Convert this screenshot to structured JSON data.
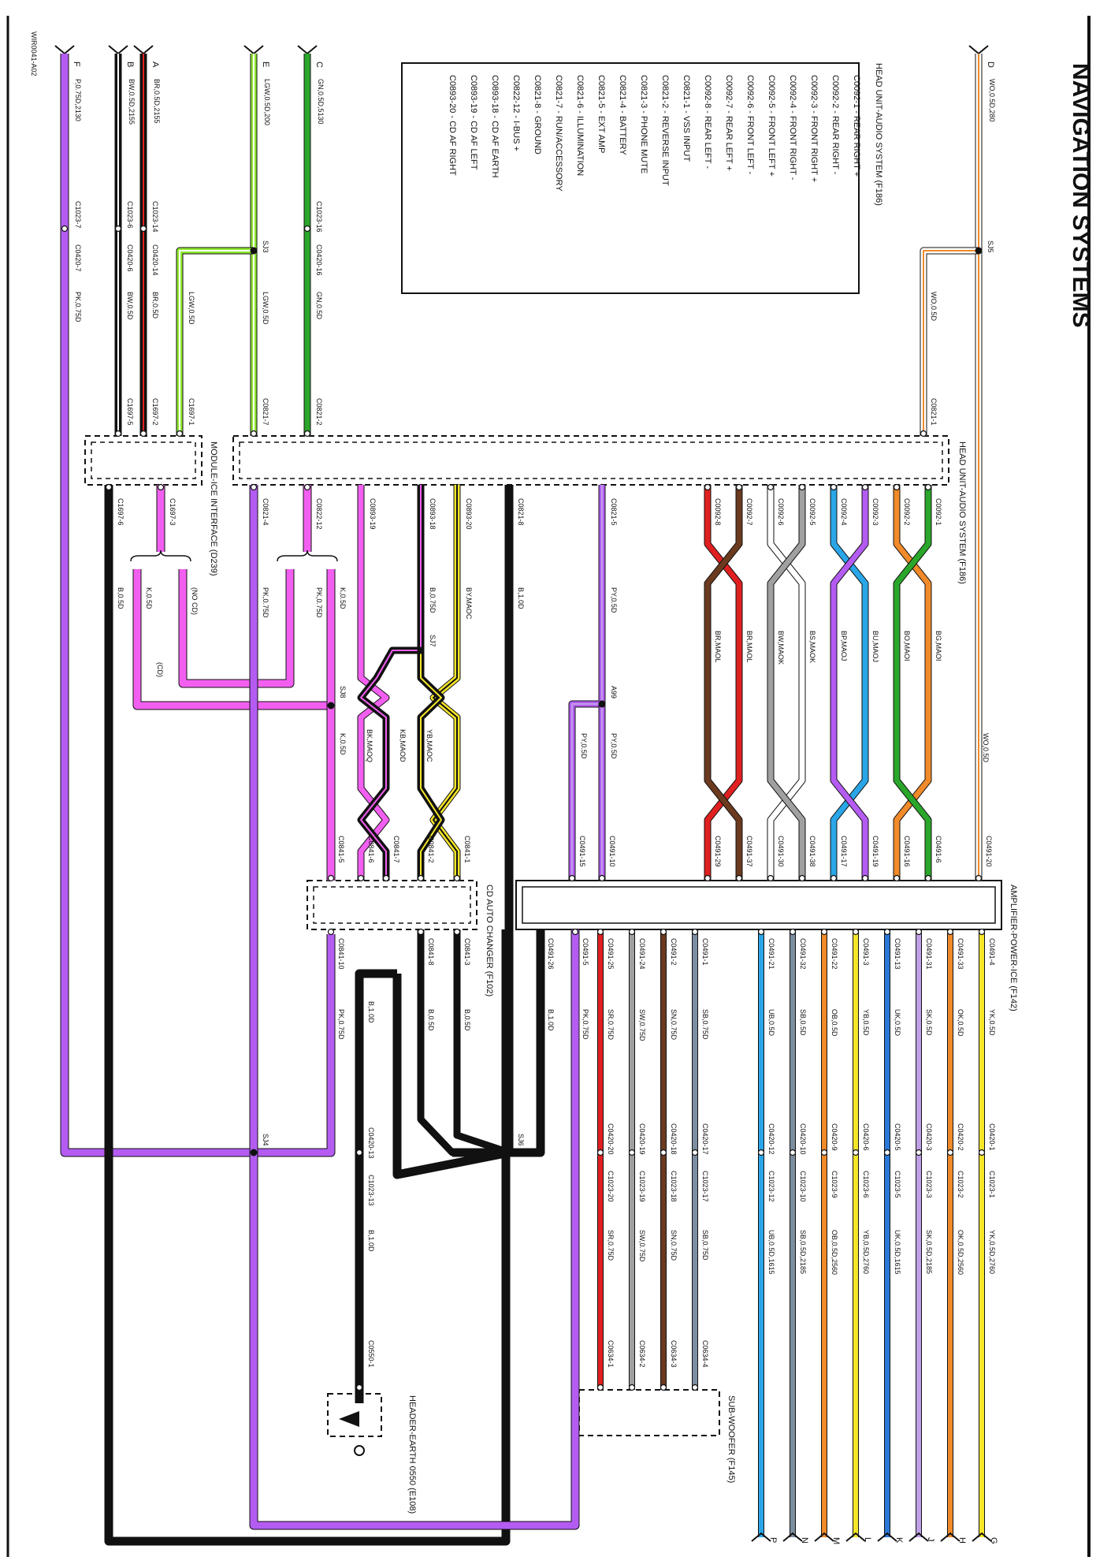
{
  "header": {
    "title": "NAVIGATION SYSTEMS",
    "doc_code": "WIR0041-A02"
  },
  "legend": {
    "title": "HEAD UNIT-AUDIO SYSTEM (F186)",
    "items": [
      "C0092-1 - REAR RIGHT +",
      "C0092-2 - REAR RIGHT -",
      "C0092-3 - FRONT RIGHT +",
      "C0092-4 - FRONT RIGHT -",
      "C0092-5 - FRONT LEFT +",
      "C0092-6 - FRONT LEFT -",
      "C0092-7 - REAR LEFT +",
      "C0092-8 - REAR LEFT -",
      "C0821-1 - VSS INPUT",
      "C0821-2 - REVERSE INPUT",
      "C0821-3 - PHONE MUTE",
      "C0821-4 - BATTERY",
      "C0821-5 - EXT AMP",
      "C0821-6 - ILLUMINATION",
      "C0821-7 - RUN/ACCESSORY",
      "C0821-8 - GROUND",
      "C0822-12 - I-BUS +",
      "C0893-18 - CD AF EARTH",
      "C0893-19 - CD AF LEFT",
      "C0893-20 - CD AF RIGHT"
    ]
  },
  "components": {
    "module_ice": "MODULE-ICE INTERFACE (D239)",
    "head_unit": "HEAD UNIT-AUDIO SYSTEM (F186)",
    "cd_changer": "CD AUTO CHANGER (F102)",
    "amplifier": "AMPLIFIER-POWER-ICE (F142)",
    "subwoofer": "SUB-WOOFER (F145)",
    "earth": "HEADER-EARTH 0550 (E108)"
  },
  "colors": {
    "black": "#111111",
    "brown": "#6b3a1f",
    "red": "#e02020",
    "white": "#ffffff",
    "pink": "#f25ff0",
    "purple": "#b45cf2",
    "lightgreen": "#8fe830",
    "green": "#2aa62a",
    "orange": "#f08a2a",
    "yellow": "#f5e62a",
    "blue": "#2aa6e8",
    "grey": "#a0a0a0",
    "slate": "#7d8ea0",
    "lilac": "#c0a0e6",
    "kblue": "#2a78d8"
  },
  "top_wires": [
    {
      "letter": "F",
      "spec": "P,0.75D,2130",
      "c1": "C1023-7",
      "c2": "C0420-7",
      "spec2": "PK,0.75D",
      "color": "purple",
      "stripe": "purple"
    },
    {
      "letter": "B",
      "spec": "BW,0.5D,2155",
      "c1": "C1023-6",
      "c2": "C0420-6",
      "spec2": "BW,0.5D",
      "c3": "C1697-5",
      "color": "black",
      "stripe": "white"
    },
    {
      "letter": "A",
      "spec": "BR,0.5D,2155",
      "c1": "C1023-14",
      "c2": "C0420-14",
      "spec2": "BR,0.5D",
      "c3": "C1697-2",
      "color": "black",
      "stripe": "red"
    },
    {
      "letter": "E",
      "spec": "LGW,0.5D,200",
      "splice": "SJ3",
      "spec2": "LGW,0.5D",
      "spec3": "LGW,0.5D",
      "c3": "C0821-7",
      "c4": "C1697-1",
      "color": "lightgreen",
      "stripe": "white"
    },
    {
      "letter": "C",
      "spec": "GN,0.5D,5130",
      "c1": "C1023-16",
      "c2": "C0420-16",
      "spec2": "GN,0.5D",
      "c3": "C0821-2",
      "color": "green",
      "stripe": "green"
    },
    {
      "letter": "D",
      "spec": "WO,0.5D,280",
      "splice": "SJ5",
      "spec2": "WO,0.5D",
      "spec3": "WO,0.5D",
      "c3": "C0821-1",
      "c4": "C0491-20",
      "color": "white",
      "stripe": "orange"
    }
  ],
  "mid_labels": {
    "mod": {
      "c1": "C1697-6",
      "c2": "C1697-3",
      "sp1": "B,0.5D",
      "sp2": "K,0.5D",
      "sp3": "K,0.5D",
      "nocd": "(NO CD)",
      "cd": "(CD)"
    },
    "hu_pins": [
      {
        "pin": "C0821-4",
        "spec": "PK,0.75D"
      },
      {
        "pin": "C0822-12",
        "spec": "PK,0.75D"
      },
      {
        "pin": "C0893-19",
        "spec": "K,0.5D"
      },
      {
        "pin": "C0893-18",
        "spec": "B,0.75D"
      },
      {
        "pin": "C0893-20",
        "spec": "BY,MAOC"
      },
      {
        "pin": "C0821-8",
        "spec": "B,1.0D"
      },
      {
        "pin": "C0821-5",
        "spec": "PY,0.5D"
      }
    ],
    "sj7": "SJ7",
    "sj8": "SJ8",
    "a99": "A99",
    "py1": "PY,0.5D",
    "py2": "PY,0.5D",
    "k05": "K,0.5D",
    "sj4": "SJ4",
    "sj6": "SJ6",
    "twist_specs": [
      "BK,MAOQ",
      "KB,MAOD",
      "YB,MAOC"
    ],
    "cd_pins": [
      "C0841-5",
      "C0841-6",
      "C0841-7",
      "C0841-2",
      "C0841-1"
    ],
    "cd_bottom": [
      {
        "pin": "C0841-10",
        "spec": "PK,0.75D"
      },
      {
        "pin": "C0841-8",
        "spec": "B,0.5D"
      },
      {
        "pin": "C0841-3",
        "spec": "B,0.5D"
      }
    ],
    "b10": "B,1.0D",
    "ec1": "C0420-13",
    "ec2": "C1023-13",
    "ec3": "B,1.0D",
    "ec4": "C0550-1"
  },
  "speaker_pairs": [
    {
      "a": "C0092-8",
      "b": "C0092-7",
      "spec_a": "BR,MAOL",
      "spec_b": "BR,MAOL",
      "a2": "C0491-29",
      "b2": "C0491-37",
      "ca": "red",
      "cb": "brown"
    },
    {
      "a": "C0092-6",
      "b": "C0092-5",
      "spec_a": "BW,MAOK",
      "spec_b": "BS,MAOK",
      "a2": "C0491-30",
      "b2": "C0491-38",
      "ca": "white",
      "cb": "grey"
    },
    {
      "a": "C0092-4",
      "b": "C0092-3",
      "spec_a": "BP,MAOJ",
      "spec_b": "BU,MAOJ",
      "a2": "C0491-17",
      "b2": "C0491-19",
      "ca": "blue",
      "cb": "purple"
    },
    {
      "a": "C0092-2",
      "b": "C0092-1",
      "spec_a": "BO,MAOI",
      "spec_b": "BG,MAOI",
      "a2": "C0491-16",
      "b2": "C0491-6",
      "ca": "orange",
      "cb": "green"
    }
  ],
  "amp_pins": [
    {
      "pin": "C0491-15",
      "color": "lilac"
    },
    {
      "pin": "C0491-10",
      "color": "purple"
    }
  ],
  "sub_wires": [
    {
      "amp": "C0491-25",
      "spec": "SR,0.75D",
      "c1": "C0420-20",
      "c2": "C1023-20",
      "spec2": "SR,0.75D",
      "sub": "C0634-1",
      "color": "red"
    },
    {
      "amp": "C0491-24",
      "spec": "SW,0.75D",
      "c1": "C0420-19",
      "c2": "C1023-19",
      "spec2": "SW,0.75D",
      "sub": "C0634-2",
      "color": "grey"
    },
    {
      "amp": "C0491-2",
      "spec": "SN,0.75D",
      "c1": "C0420-18",
      "c2": "C1023-18",
      "spec2": "SN,0.75D",
      "sub": "C0634-3",
      "color": "brown"
    },
    {
      "amp": "C0491-1",
      "spec": "SB,0.75D",
      "c1": "C0420-17",
      "c2": "C1023-17",
      "spec2": "SB,0.75D",
      "sub": "C0634-4",
      "color": "slate"
    }
  ],
  "amp_extra": [
    {
      "pin": "C0491-26",
      "spec": "B,1.0D"
    },
    {
      "pin": "C0491-5",
      "spec": "PK,0.75D"
    }
  ],
  "out_wires": [
    {
      "letter": "P",
      "amp": "C0491-21",
      "spec": "UB,0.5D",
      "c": "C0420-12",
      "c2": "C1023-12",
      "spec2": "UB,0.5D,1615",
      "color": "blue"
    },
    {
      "letter": "N",
      "amp": "C0491-32",
      "spec": "SB,0.5D",
      "c": "C0420-10",
      "c2": "C1023-10",
      "spec2": "SB,0.5D,2185",
      "color": "slate"
    },
    {
      "letter": "M",
      "amp": "C0491-22",
      "spec": "OB,0.5D",
      "c": "C0420-9",
      "c2": "C1023-9",
      "spec2": "OB,0.5D,2560",
      "color": "orange"
    },
    {
      "letter": "L",
      "amp": "C0491-3",
      "spec": "YB,0.5D",
      "c": "C0420-6",
      "c2": "C1023-6",
      "spec2": "YB,0.5D,2760",
      "color": "yellow"
    },
    {
      "letter": "K",
      "amp": "C0491-13",
      "spec": "UK,0.5D",
      "c": "C0420-5",
      "c2": "C1023-5",
      "spec2": "UK,0.5D,1615",
      "color": "kblue"
    },
    {
      "letter": "J",
      "amp": "C0491-31",
      "spec": "SK,0.5D",
      "c": "C0420-3",
      "c2": "C1023-3",
      "spec2": "SK,0.5D,2185",
      "color": "lilac"
    },
    {
      "letter": "H",
      "amp": "C0491-33",
      "spec": "OK,0.5D",
      "c": "C0420-2",
      "c2": "C1023-2",
      "spec2": "OK,0.5D,2560",
      "color": "orange"
    },
    {
      "letter": "G",
      "amp": "C0491-4",
      "spec": "YK,0.5D",
      "c": "C0420-1",
      "c2": "C1023-1",
      "spec2": "YK,0.5D,2760",
      "color": "yellow"
    }
  ]
}
